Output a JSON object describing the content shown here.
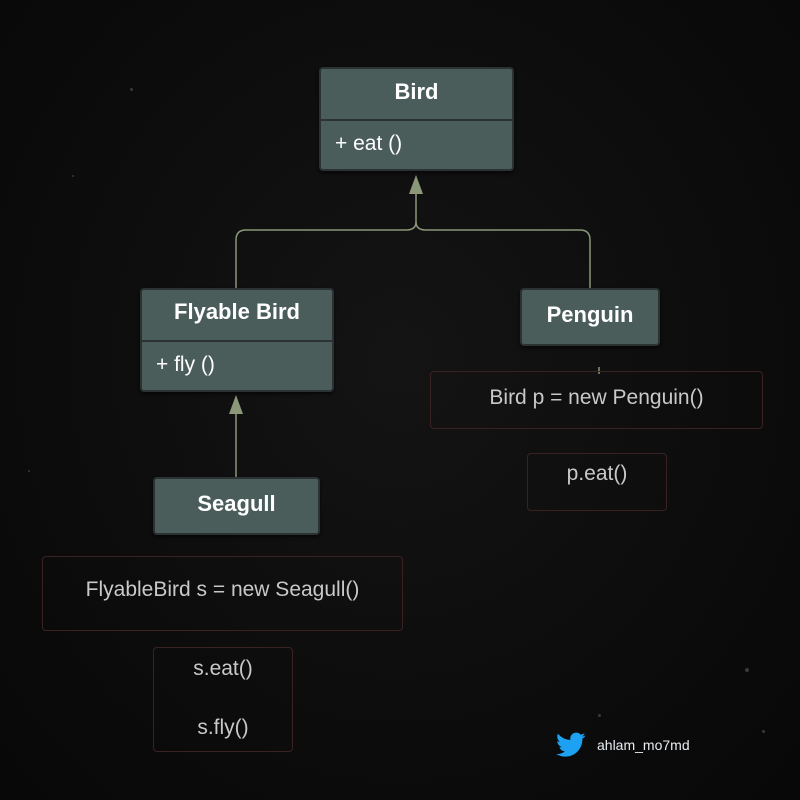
{
  "diagram": {
    "classes": {
      "bird": {
        "name": "Bird",
        "methods": [
          "+ eat ()"
        ]
      },
      "flyable_bird": {
        "name": "Flyable Bird",
        "methods": [
          "+ fly ()"
        ]
      },
      "penguin": {
        "name": "Penguin"
      },
      "seagull": {
        "name": "Seagull"
      }
    },
    "relationships": [
      {
        "from": "Flyable Bird",
        "to": "Bird",
        "type": "inheritance"
      },
      {
        "from": "Penguin",
        "to": "Bird",
        "type": "inheritance"
      },
      {
        "from": "Seagull",
        "to": "Flyable Bird",
        "type": "inheritance"
      }
    ],
    "code": {
      "penguin_decl": "Bird p = new Penguin()",
      "penguin_call": "p.eat()",
      "seagull_decl": "FlyableBird s = new Seagull()",
      "seagull_calls": [
        "s.eat()",
        "s.fly()"
      ]
    }
  },
  "credit": {
    "icon": "twitter-icon",
    "handle": "ahlam_mo7md"
  },
  "colors": {
    "background": "#0c0c0c",
    "class_fill": "#4b5d5b",
    "class_border": "#2a3332",
    "connector": "#8a9778",
    "code_border": "#3a2222",
    "code_text": "#c9c9c9",
    "twitter_blue": "#1da1f2"
  }
}
